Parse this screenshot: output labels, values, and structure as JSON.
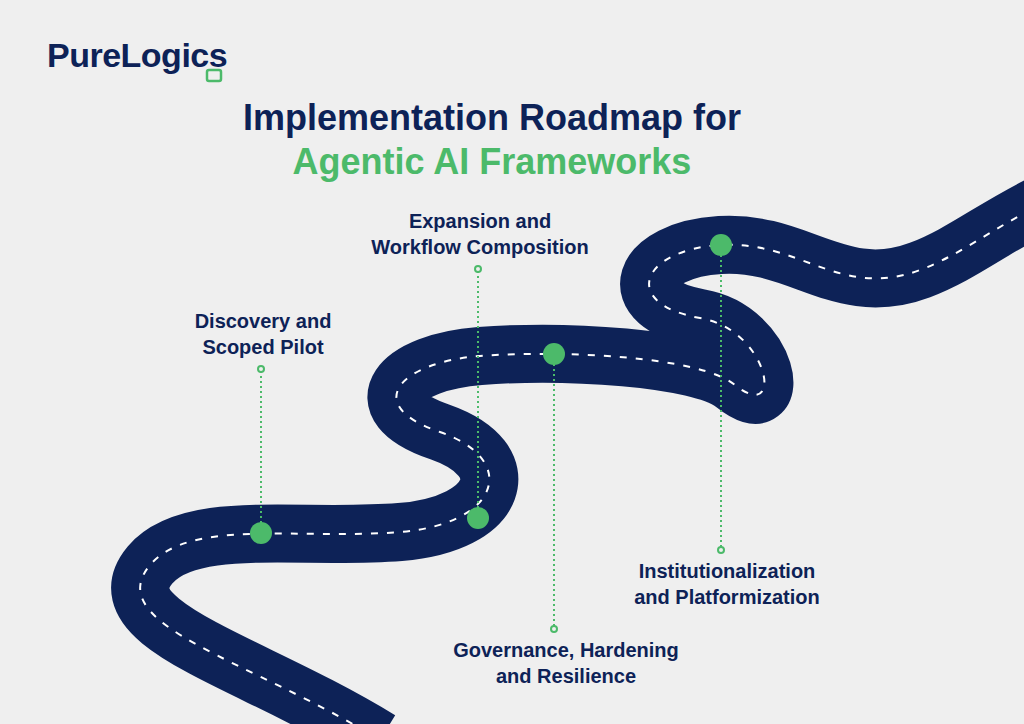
{
  "diagram": {
    "title": "Implementation Roadmap for Agentic AI Frameworks",
    "labels": [
      "PureLogics",
      "Discovery and Scoped Pilot",
      "Expansion and Workflow Composition",
      "Governance, Hardening and Resilience",
      "Institutionalization and Platformization"
    ]
  }
}
